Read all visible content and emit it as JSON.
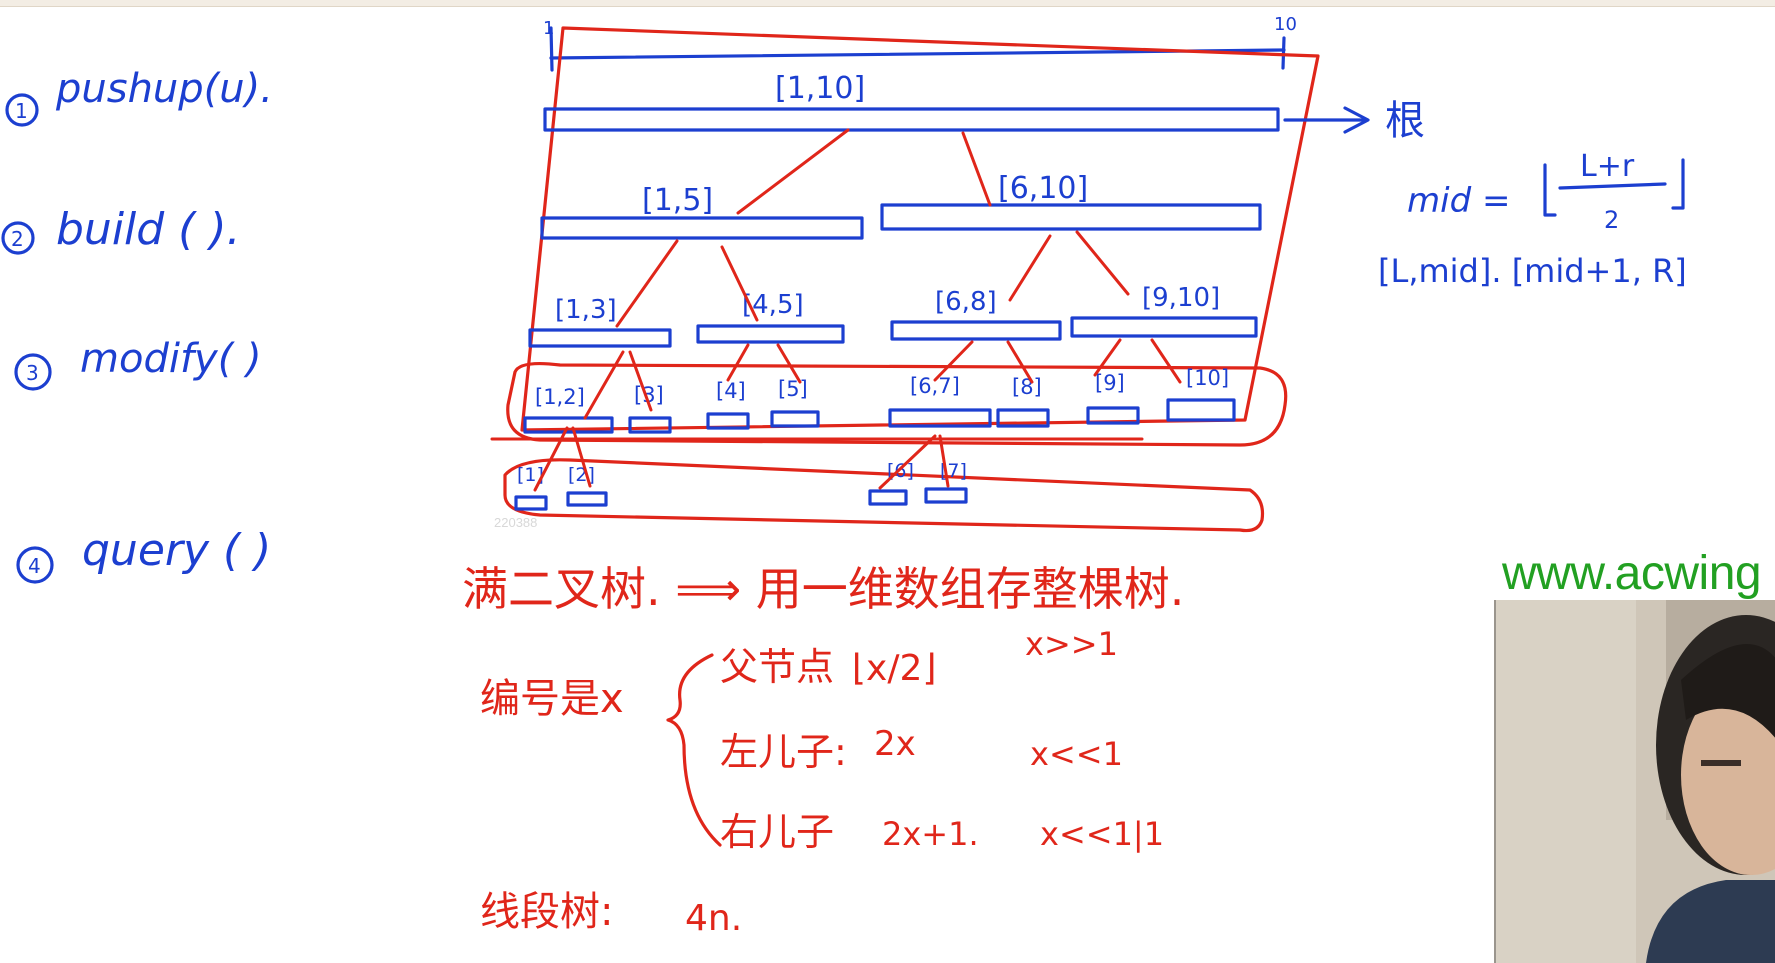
{
  "left_panel": {
    "items": [
      {
        "num": "1",
        "text": "pushup(u)."
      },
      {
        "num": "2",
        "text": "build (      )."
      },
      {
        "num": "3",
        "text": "modify(      )"
      },
      {
        "num": "4",
        "text": "query (      )"
      }
    ]
  },
  "tree": {
    "top_left_tick": "1",
    "top_right_tick": "10",
    "root_label": "[1,10]",
    "level1": [
      "[1,5]",
      "[6,10]"
    ],
    "level2": [
      "[1,3]",
      "[4,5]",
      "[6,8]",
      "[9,10]"
    ],
    "level3": [
      "[1,2]",
      "[3]",
      "[4]",
      "[5]",
      "[6,7]",
      "[8]",
      "[9]",
      "[10]"
    ],
    "level4": [
      "[1]",
      "[2]",
      "[6]",
      "[7]"
    ],
    "root_arrow_label": "根"
  },
  "formula": {
    "mid_lhs": "mid =",
    "mid_numerator": "L+r",
    "mid_denominator": "2",
    "intervals": "[L,mid]. [mid+1, R]"
  },
  "notes": {
    "line1": "满二叉树. ⟹ 用一维数组存整棵树.",
    "index_label": "编号是x",
    "parent_label": "父节点",
    "parent_expr": "⌊x/2⌋",
    "parent_shift": "x>>1",
    "left_label": "左儿子:",
    "left_expr": "2x",
    "left_shift": "x<<1",
    "right_label": "右儿子",
    "right_expr": "2x+1.",
    "right_shift": "x<<1|1",
    "segtree_label": "线段树:",
    "segtree_size": "4n."
  },
  "watermark": "www.acwing",
  "faint_number": "220388",
  "colors": {
    "blue_ink": "#1c3fd0",
    "red_ink": "#e0261a",
    "watermark_green": "#22a022"
  }
}
